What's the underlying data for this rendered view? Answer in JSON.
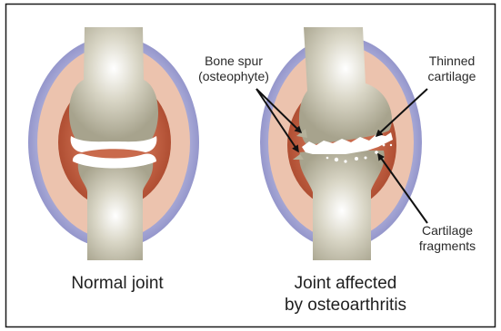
{
  "labels": {
    "normal_joint": "Normal joint",
    "oa_line1": "Joint affected",
    "oa_line2": "by osteoarthritis",
    "bone_spur_line1": "Bone spur",
    "bone_spur_line2": "(osteophyte)",
    "thinned_line1": "Thinned",
    "thinned_line2": "cartilage",
    "fragments_line1": "Cartilage",
    "fragments_line2": "fragments"
  },
  "colors": {
    "capsule_outer": "#8e8fc9",
    "capsule_inner": "#e8b9a4",
    "synovium": "#b5563a",
    "bone": "#b8b49f",
    "bone_highlight": "#f4f2ea",
    "cartilage": "#ffffff",
    "border": "#1a1a1a"
  }
}
